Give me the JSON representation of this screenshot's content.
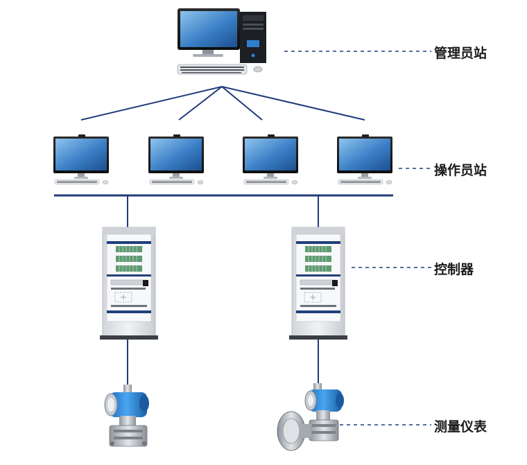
{
  "labels": {
    "admin": "管理员站",
    "operator": "操作员站",
    "controller": "控制器",
    "instrument": "测量仪表"
  },
  "colors": {
    "line": "#1f3a7a",
    "dash": "#1f3a7a",
    "screen": "#3a7fc6",
    "cabinet": "#e7e9ec",
    "cabinet_stripe": "#1f3f7a",
    "transmitter": "#2f8fe0",
    "metal": "#b9bec4"
  },
  "icons": {
    "admin": "desktop-computer-icon",
    "operator": "monitor-keyboard-icon",
    "controller": "control-cabinet-icon",
    "instrument": "pressure-transmitter-icon"
  }
}
